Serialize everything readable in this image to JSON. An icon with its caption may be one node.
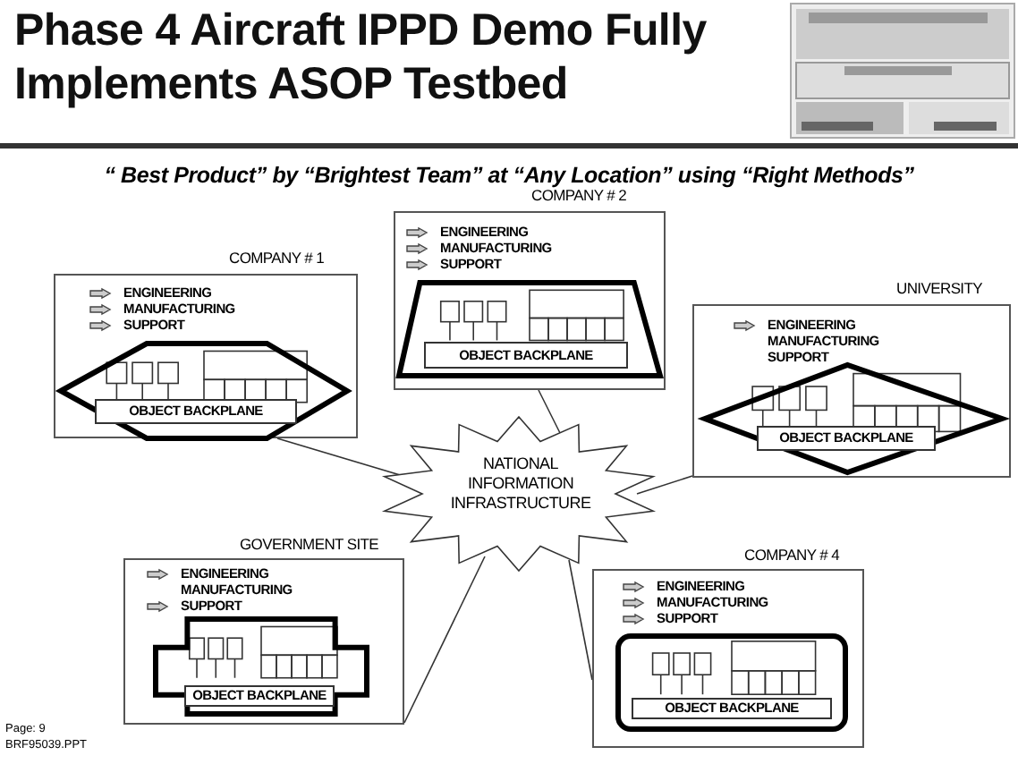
{
  "diagram": {
    "title": "Phase 4 Aircraft IPPD Demo Fully Implements ASOP Testbed",
    "nodes": [
      {
        "text": [
          "COMPANY # 2",
          "ENGINEERING",
          "MANUFACTURING",
          "SUPPORT"
        ]
      },
      {
        "text": [],
        "shape": "trapezoid",
        "in": 0
      },
      {
        "text": [
          "OBJECT BACKPLANE"
        ],
        "in": 1
      },
      {
        "text": [
          "COMPANY # 1",
          "ENGINEERING",
          "MANUFACTURING",
          "SUPPORT"
        ]
      },
      {
        "text": [],
        "shape": "hexagon",
        "in": 3
      },
      {
        "text": [
          "OBJECT BACKPLANE"
        ],
        "in": 4
      },
      {
        "text": [
          "UNIVERSITY",
          "ENGINEERING",
          "MANUFACTURING",
          "SUPPORT"
        ]
      },
      {
        "text": [],
        "shape": "diamond",
        "in": 6
      },
      {
        "text": [
          "OBJECT BACKPLANE"
        ],
        "in": 7
      },
      {
        "text": [
          "NATIONAL INFORMATION INFRASTRUCTURE"
        ]
      },
      {
        "text": [
          "GOVERNMENT SITE",
          "ENGINEERING",
          "MANUFACTURING",
          "SUPPORT"
        ]
      },
      {
        "text": [],
        "shape": "cross",
        "in": 10
      },
      {
        "text": [
          "OBJECT BACKPLANE"
        ],
        "in": 11
      },
      {
        "text": [
          "COMPANY # 4",
          "ENGINEERING",
          "MANUFACTURING",
          "SUPPORT"
        ]
      },
      {
        "text": [],
        "shape": "box",
        "in": 13
      },
      {
        "text": [
          "OBJECT BACKPLANE"
        ],
        "in": 14
      }
    ],
    "edges": [
      {
        "from": 3,
        "to": 9,
        "arrow": "none"
      },
      {
        "from": 0,
        "to": 9,
        "arrow": "none"
      },
      {
        "from": 6,
        "to": 9,
        "arrow": "none"
      },
      {
        "from": 9,
        "to": 10,
        "arrow": "none"
      },
      {
        "from": 9,
        "to": 13,
        "arrow": "none"
      }
    ],
    "labels": [
      "“ Best Product” by “Brightest Team” at “Any Location”  using “Right Methods”",
      "Page: 9",
      "BRF95039.PPT"
    ]
  }
}
